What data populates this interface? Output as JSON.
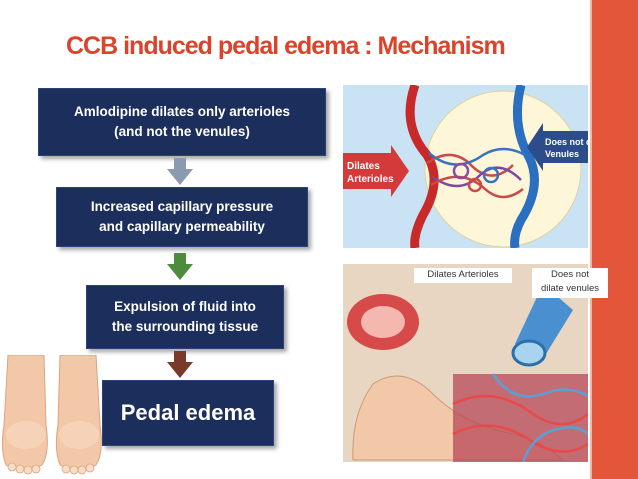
{
  "title": "CCB induced pedal edema : Mechanism",
  "flow": {
    "step1": [
      "Amlodipine dilates only arterioles",
      "(and not the venules)"
    ],
    "step2": [
      "Increased capillary pressure",
      "and capillary permeability"
    ],
    "step3": [
      "Expulsion of fluid into",
      "the surrounding tissue"
    ],
    "step4": "Pedal edema"
  },
  "arrow_colors": {
    "a1": "#8a9ab0",
    "a2": "#4c8c3c",
    "a3": "#7a3a2a"
  },
  "top_illustration": {
    "left_label": [
      "Dilates",
      "Arterioles"
    ],
    "right_label": [
      "Does not dilate",
      "Venules"
    ]
  },
  "bottom_illustration": {
    "label_arterioles": "Dilates Arterioles",
    "label_venules": [
      "Does not",
      "dilate venules"
    ]
  },
  "colors": {
    "accent": "#e4563a",
    "title": "#d9442a",
    "box": "#1c2f5c"
  }
}
